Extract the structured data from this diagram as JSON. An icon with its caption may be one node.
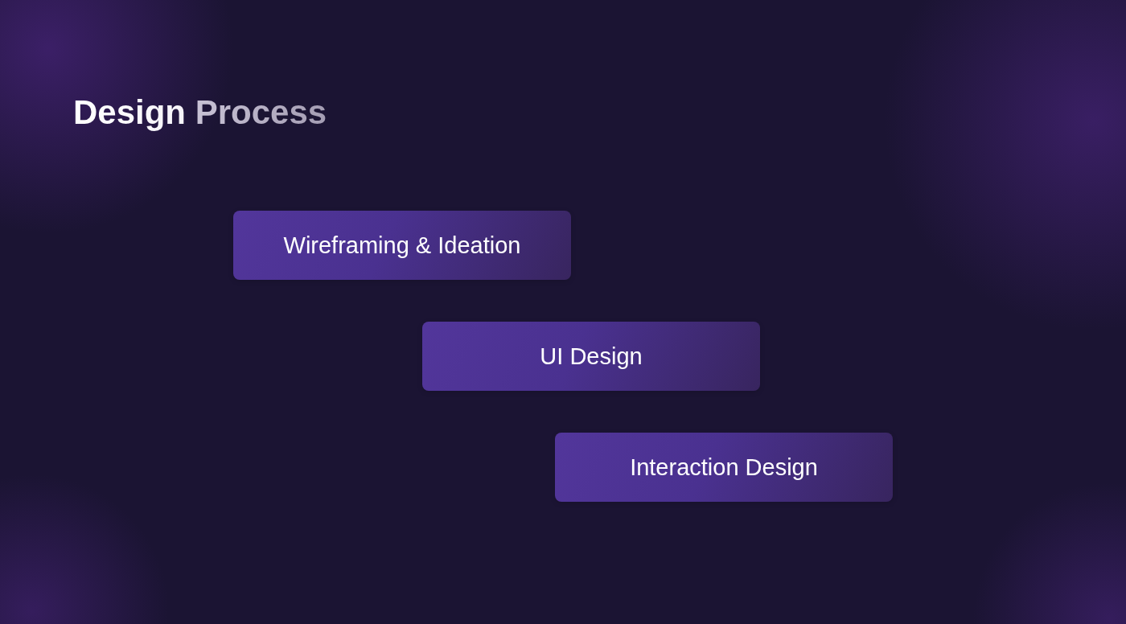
{
  "diagram": {
    "title": "Design Process",
    "nodes": [
      {
        "text": [
          "Wireframing & Ideation"
        ]
      },
      {
        "text": [
          "UI Design"
        ]
      },
      {
        "text": [
          "Interaction Design"
        ]
      }
    ]
  }
}
